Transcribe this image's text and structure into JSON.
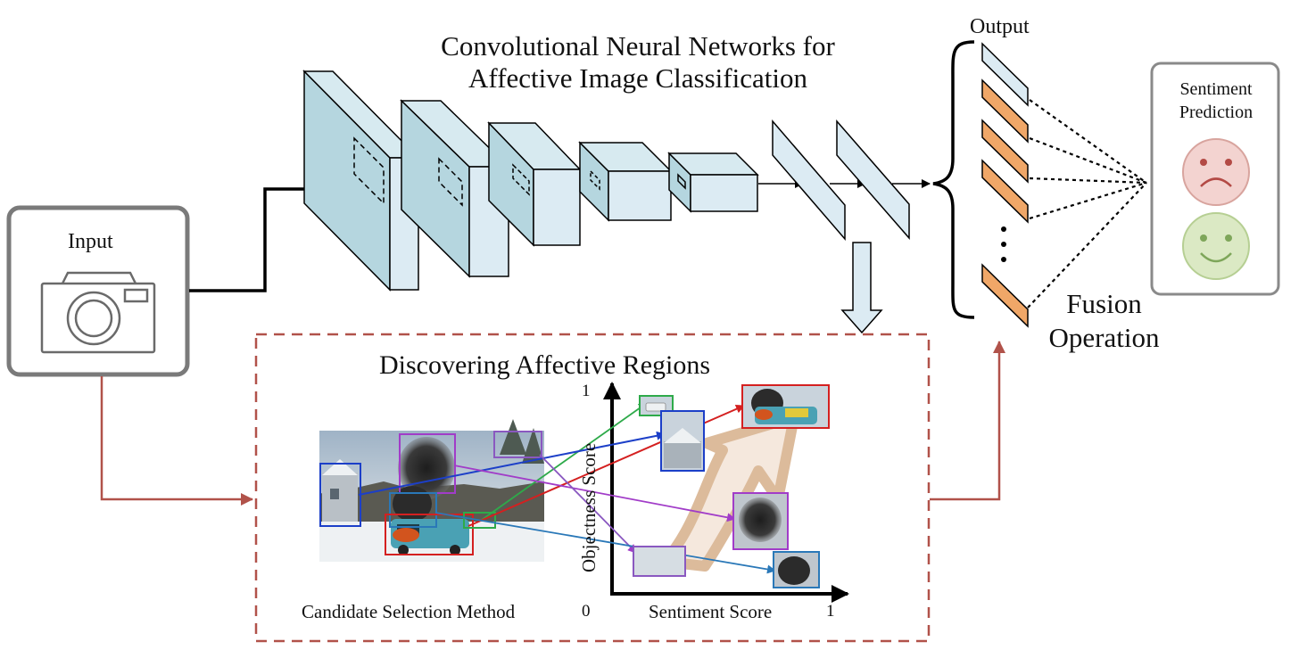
{
  "cnn": {
    "title_line1": "Convolutional Neural Networks for",
    "title_line2": "Affective Image Classification"
  },
  "input": {
    "label": "Input",
    "icon": "camera-icon"
  },
  "output": {
    "label": "Output"
  },
  "sentiment": {
    "line1": "Sentiment",
    "line2": "Prediction",
    "negative_icon": "sad-face-icon",
    "positive_icon": "happy-face-icon"
  },
  "fusion": {
    "line1": "Fusion",
    "line2": "Operation"
  },
  "regions": {
    "title": "Discovering Affective Regions",
    "method_label": "Candidate Selection Method",
    "x_axis_label": "Sentiment Score",
    "y_axis_label": "Objectness Score",
    "x_min": "0",
    "x_max": "1",
    "y_max": "1"
  },
  "colors": {
    "cnn_face": "#d7eaf0",
    "cnn_side": "#b5d6df",
    "fc_fill": "#dcebf3",
    "output_fill": "#f0a768",
    "region_border": "#b1524a",
    "sad_fill": "#f3d3d0",
    "happy_fill": "#dbe9c4"
  }
}
